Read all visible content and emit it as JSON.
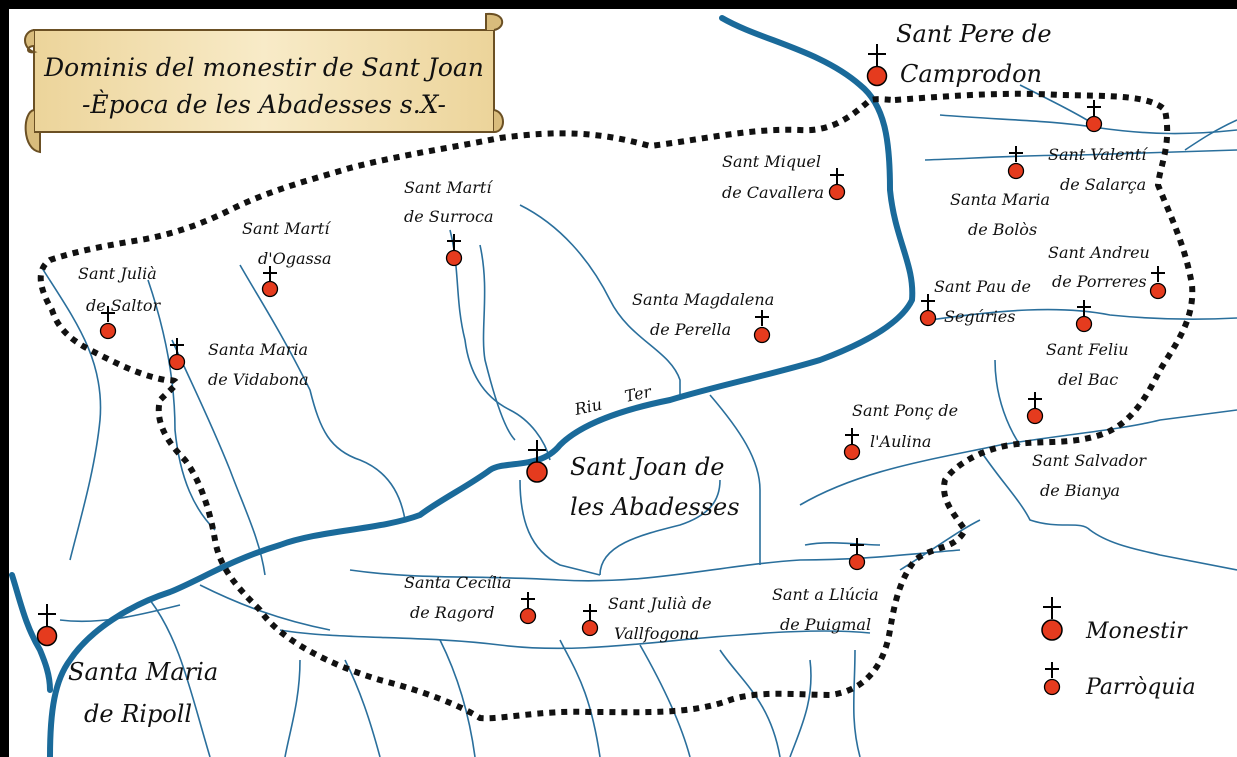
{
  "title": {
    "line1": "Dominis del monestir de Sant Joan",
    "line2": "-Època de les Abadesses s.X-"
  },
  "river_label": {
    "word1": "Riu",
    "word2": "Ter"
  },
  "places": {
    "ripoll": [
      "Santa Maria",
      "de Ripoll"
    ],
    "sant_joan": [
      "Sant Joan de",
      "les Abadesses"
    ],
    "camprodon": [
      "Sant Pere de",
      "Camprodon"
    ],
    "saltor": [
      "Sant Julià",
      "de Saltor"
    ],
    "vidabona": [
      "Santa Maria",
      "de Vidabona"
    ],
    "ogassa": [
      "Sant Martí",
      "d'Ogassa"
    ],
    "surroca": [
      "Sant Martí",
      "de Surroca"
    ],
    "perella": [
      "Santa Magdalena",
      "de Perella"
    ],
    "cavallera": [
      "Sant Miquel",
      "de Cavallera"
    ],
    "bolos": [
      "Santa Maria",
      "de Bolòs"
    ],
    "salarca": [
      "Sant Valentí",
      "de Salarça"
    ],
    "porreres": [
      "Sant Andreu",
      "de Porreres"
    ],
    "seguries": [
      "Sant Pau de",
      "Segúries"
    ],
    "bac": [
      "Sant Feliu",
      "del Bac"
    ],
    "aulina": [
      "Sant Ponç de",
      "l'Aulina"
    ],
    "bianya": [
      "Sant Salvador",
      "de Bianya"
    ],
    "ragord": [
      "Santa Cecília",
      "de Ragord"
    ],
    "vallfogona": [
      "Sant Julià de",
      "Vallfogona"
    ],
    "puigmal": [
      "Sant a Llúcia",
      "de Puigmal"
    ]
  },
  "legend": {
    "monastery": "Monestir",
    "parish": "Parròquia"
  },
  "colors": {
    "river": "#1a6a9a",
    "stream": "#2a6f9c",
    "marker": "#e53b1e",
    "boundary": "#111111",
    "scroll": "#f3dfb0"
  }
}
